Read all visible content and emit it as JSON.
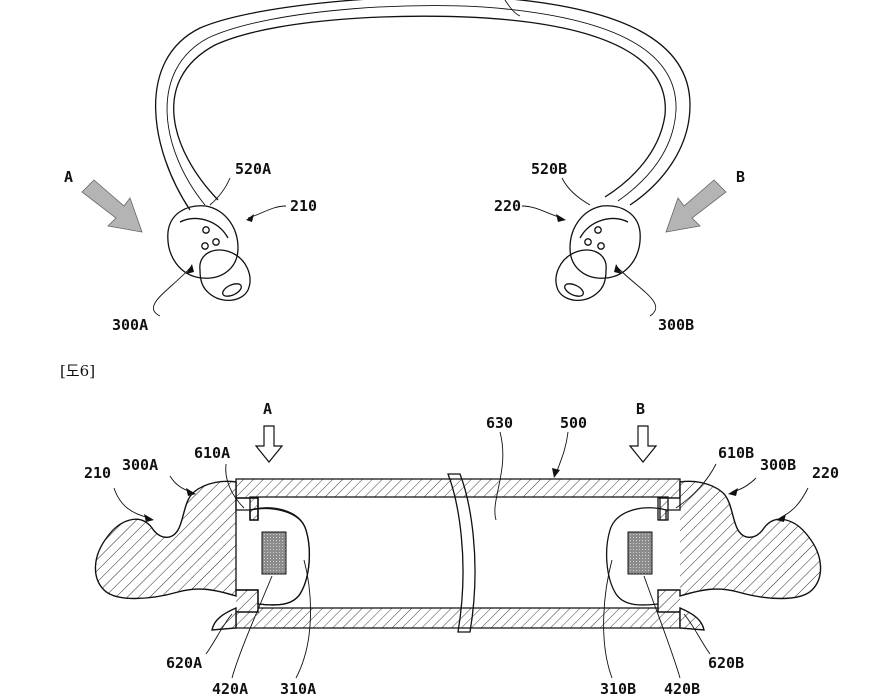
{
  "figure_label": "[도6]",
  "top": {
    "arrow_a": "A",
    "arrow_b": "B",
    "left_earbud_ref": "210",
    "right_earbud_ref": "220",
    "left_sensor_ref": "520A",
    "right_sensor_ref": "520B",
    "left_body_ref": "300A",
    "right_body_ref": "300B"
  },
  "bottom": {
    "arrow_a": "A",
    "arrow_b": "B",
    "band_ref": "500",
    "cavity_ref": "630",
    "left_earbud_ref": "210",
    "right_earbud_ref": "220",
    "left_body_ref": "300A",
    "right_body_ref": "300B",
    "left_upper_joint_ref": "610A",
    "right_upper_joint_ref": "610B",
    "left_lower_joint_ref": "620A",
    "right_lower_joint_ref": "620B",
    "left_board_ref": "420A",
    "right_board_ref": "420B",
    "left_inner_ref": "310A",
    "right_inner_ref": "310B"
  },
  "colors": {
    "line": "#111111",
    "arrow_fill": "#b4b4b4",
    "chip_fill": "#9a9a9a"
  }
}
